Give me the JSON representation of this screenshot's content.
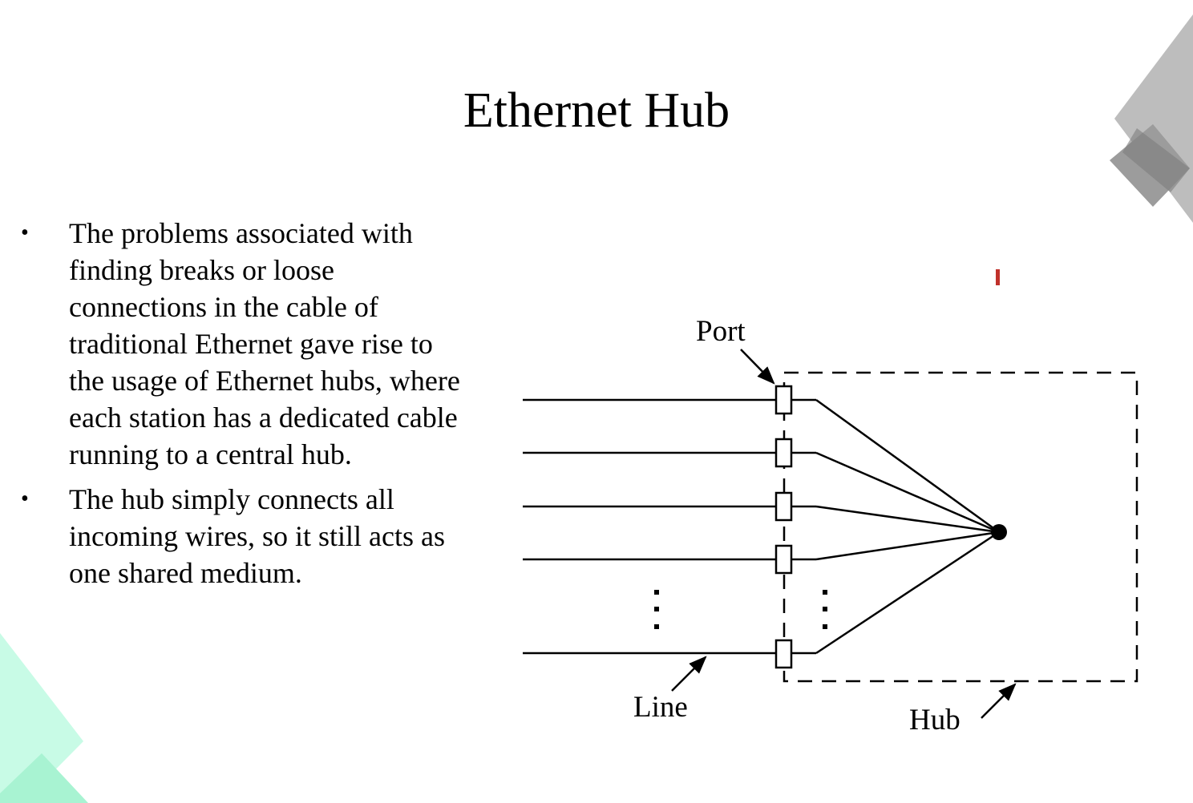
{
  "slide": {
    "title": "Ethernet Hub",
    "bullets": [
      "The problems associated with finding breaks or loose connections in the cable of traditional Ethernet gave rise to the usage of Ethernet hubs, where each station has a dedicated cable running to a central hub.",
      "The hub simply connects all incoming wires, so it still acts as one shared medium."
    ]
  },
  "diagram": {
    "labels": {
      "port": "Port",
      "line": "Line",
      "hub": "Hub"
    }
  },
  "colors": {
    "deco_gray_light": "#bdbdbd",
    "deco_gray_dark": "#8f8f8f",
    "deco_mint": "#c8fbe6",
    "deco_mint_dark": "#9af0c8",
    "marker_red": "#c0312b"
  }
}
